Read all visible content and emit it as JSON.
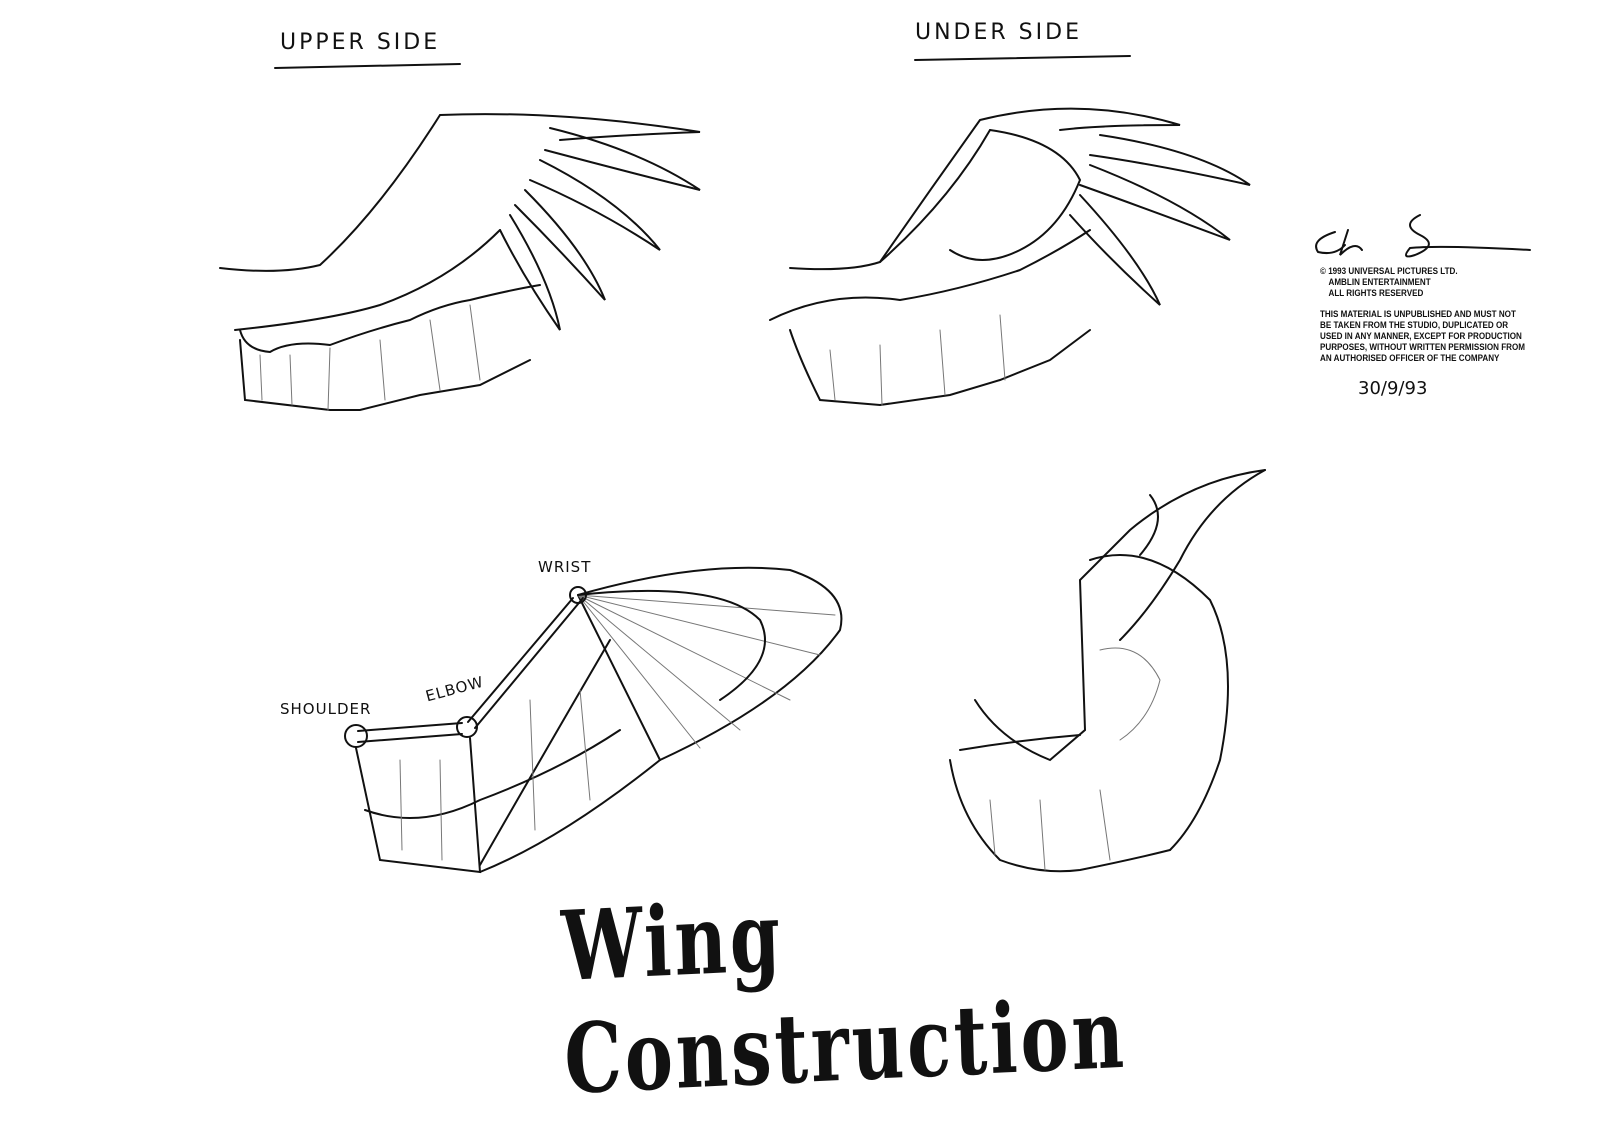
{
  "headings": {
    "upper_side": "UPPER SIDE",
    "under_side": "UNDER SIDE"
  },
  "joint_labels": {
    "wrist": "WRIST",
    "elbow": "ELBOW",
    "shoulder": "SHOULDER"
  },
  "title": "Wing Construction",
  "signature": "Chris Sanders",
  "legal": {
    "copyright_lines": [
      "© 1993 UNIVERSAL PICTURES LTD.",
      "AMBLIN ENTERTAINMENT",
      "ALL RIGHTS RESERVED"
    ],
    "notice_lines": [
      "THIS MATERIAL IS UNPUBLISHED AND MUST NOT",
      "BE TAKEN FROM THE STUDIO, DUPLICATED OR",
      "USED IN ANY MANNER, EXCEPT FOR PRODUCTION",
      "PURPOSES, WITHOUT WRITTEN PERMISSION FROM",
      "AN AUTHORISED OFFICER OF THE COMPANY"
    ],
    "date": "30/9/93"
  }
}
